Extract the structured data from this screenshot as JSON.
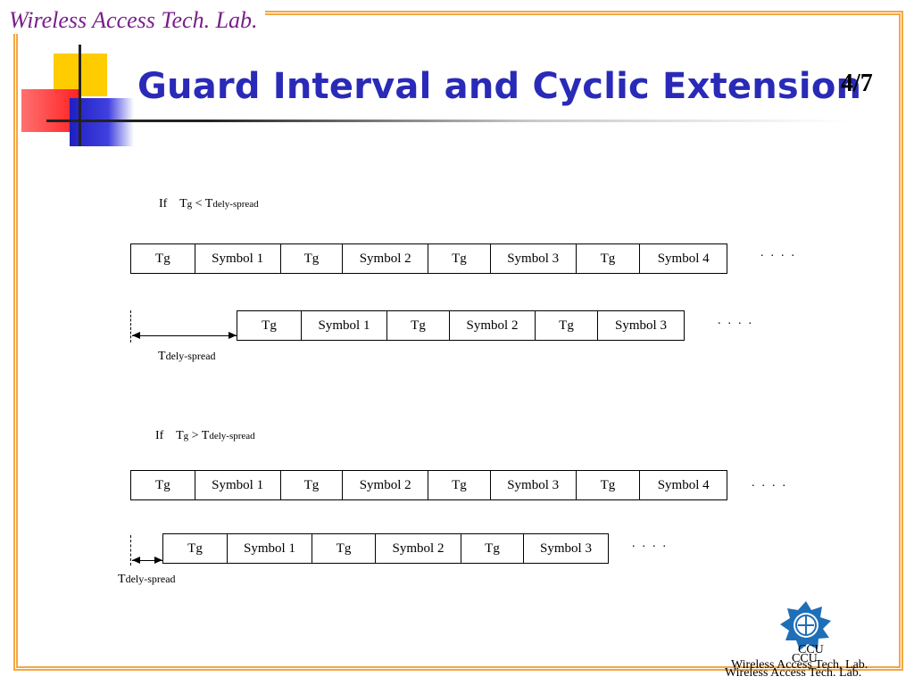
{
  "lab_name": "Wireless Access Tech. Lab.",
  "title": "Guard Interval and Cyclic Extension",
  "page": "4/7",
  "case1": {
    "cond_if": "If",
    "cond_tg": "T",
    "cond_tg_sub": "g",
    "cond_op": "<",
    "cond_t": "T",
    "cond_sub": "dely-spread",
    "row1": [
      "Tg",
      "Symbol 1",
      "Tg",
      "Symbol 2",
      "Tg",
      "Symbol 3",
      "Tg",
      "Symbol 4"
    ],
    "row2": [
      "Tg",
      "Symbol 1",
      "Tg",
      "Symbol 2",
      "Tg",
      "Symbol 3"
    ],
    "dots": "....",
    "delay_label_t": "T",
    "delay_label_sub": "dely-spread"
  },
  "case2": {
    "cond_if": "If",
    "cond_tg": "T",
    "cond_tg_sub": "g",
    "cond_op": ">",
    "cond_t": "T",
    "cond_sub": "dely-spread",
    "row1": [
      "Tg",
      "Symbol 1",
      "Tg",
      "Symbol 2",
      "Tg",
      "Symbol 3",
      "Tg",
      "Symbol 4"
    ],
    "row2": [
      "Tg",
      "Symbol 1",
      "Tg",
      "Symbol 2",
      "Tg",
      "Symbol 3"
    ],
    "dots": "....",
    "delay_label_t": "T",
    "delay_label_sub": "dely-spread"
  },
  "logo_text": "CCU",
  "footer_text": "Wireless Access Tech. Lab."
}
